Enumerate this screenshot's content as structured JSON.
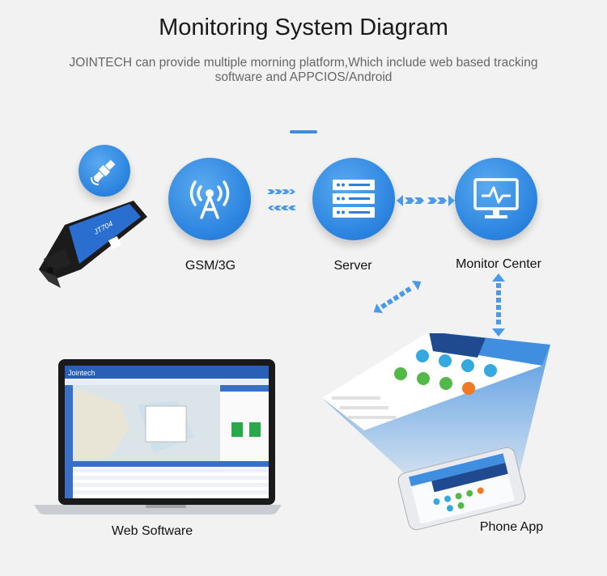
{
  "header": {
    "title": "Monitoring System Diagram",
    "subtitle": "JOINTECH can provide multiple morning platform,Which include web based tracking software and APPCIOS/Android"
  },
  "nodes": {
    "gsm": {
      "label": "GSM/3G",
      "icon": "antenna-icon"
    },
    "server": {
      "label": "Server",
      "icon": "server-icon"
    },
    "monitor": {
      "label": "Monitor Center",
      "icon": "monitor-icon"
    },
    "web": {
      "label": "Web Software"
    },
    "phone": {
      "label": "Phone App"
    }
  },
  "device": {
    "model": "JT704",
    "icon": "satellite-icon"
  },
  "laptop_screen": {
    "brand": "Jointech"
  },
  "colors": {
    "accent": "#2a82de",
    "arrow": "#4a9ae8"
  }
}
